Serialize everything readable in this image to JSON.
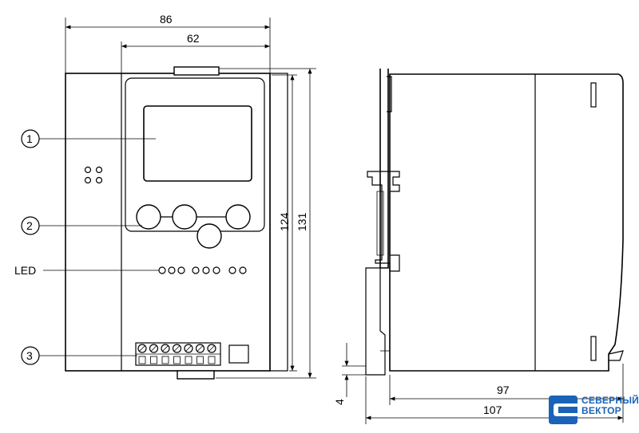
{
  "dimensions": {
    "front_width_total": "86",
    "front_width_inner": "62",
    "front_height_inner": "124",
    "front_height_total": "131",
    "side_offset": "4",
    "side_depth_inner": "97",
    "side_depth_total": "107"
  },
  "callouts": {
    "c1": "1",
    "c2": "2",
    "c3": "3",
    "led": "LED"
  },
  "logo": {
    "line1": "СЕВЕРНЫЙ",
    "line2": "ВЕКТОР",
    "color": "#1a63b8"
  }
}
